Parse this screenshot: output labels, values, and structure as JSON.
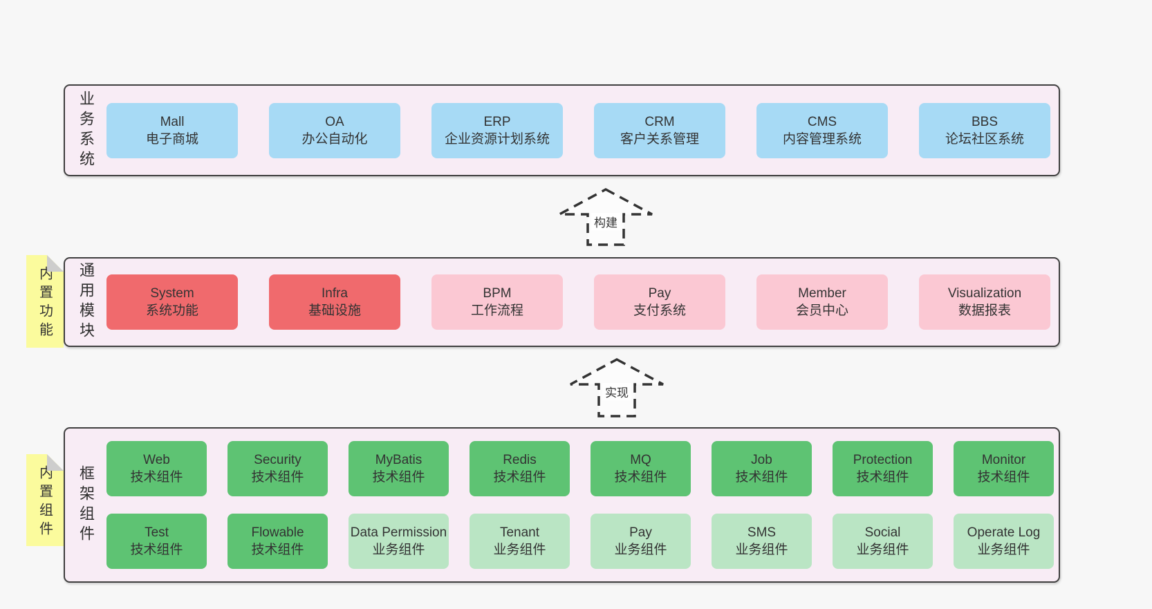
{
  "colors": {
    "page_bg": "#f7f7f7",
    "panel_bg": "#f8ecf5",
    "panel_border": "#3f3f3f",
    "blue": "#a7daf5",
    "red": "#f06a6d",
    "pink": "#fbc8d3",
    "green": "#5ec373",
    "light_green": "#bae5c4",
    "note_yellow": "#fbfb9d",
    "arrow_stroke": "#333333"
  },
  "business": {
    "label": "业务系统",
    "boxes": [
      {
        "name": "Mall",
        "desc": "电子商城"
      },
      {
        "name": "OA",
        "desc": "办公自动化"
      },
      {
        "name": "ERP",
        "desc": "企业资源计划系统"
      },
      {
        "name": "CRM",
        "desc": "客户关系管理"
      },
      {
        "name": "CMS",
        "desc": "内容管理系统"
      },
      {
        "name": "BBS",
        "desc": "论坛社区系统"
      }
    ]
  },
  "arrows": {
    "build": "构建",
    "implement": "实现"
  },
  "modules": {
    "label": "通用模块",
    "note": "内置功能",
    "boxes": [
      {
        "name": "System",
        "desc": "系统功能",
        "variant": "red"
      },
      {
        "name": "Infra",
        "desc": "基础设施",
        "variant": "red"
      },
      {
        "name": "BPM",
        "desc": "工作流程",
        "variant": "pink"
      },
      {
        "name": "Pay",
        "desc": "支付系统",
        "variant": "pink"
      },
      {
        "name": "Member",
        "desc": "会员中心",
        "variant": "pink"
      },
      {
        "name": "Visualization",
        "desc": "数据报表",
        "variant": "pink"
      }
    ]
  },
  "components": {
    "label": "框架组件",
    "note": "内置组件",
    "row1": [
      {
        "name": "Web",
        "desc": "技术组件",
        "variant": "green"
      },
      {
        "name": "Security",
        "desc": "技术组件",
        "variant": "green"
      },
      {
        "name": "MyBatis",
        "desc": "技术组件",
        "variant": "green"
      },
      {
        "name": "Redis",
        "desc": "技术组件",
        "variant": "green"
      },
      {
        "name": "MQ",
        "desc": "技术组件",
        "variant": "green"
      },
      {
        "name": "Job",
        "desc": "技术组件",
        "variant": "green"
      },
      {
        "name": "Protection",
        "desc": "技术组件",
        "variant": "green"
      },
      {
        "name": "Monitor",
        "desc": "技术组件",
        "variant": "green"
      }
    ],
    "row2": [
      {
        "name": "Test",
        "desc": "技术组件",
        "variant": "green"
      },
      {
        "name": "Flowable",
        "desc": "技术组件",
        "variant": "green"
      },
      {
        "name": "Data Permission",
        "desc": "业务组件",
        "variant": "lightgreen"
      },
      {
        "name": "Tenant",
        "desc": "业务组件",
        "variant": "lightgreen"
      },
      {
        "name": "Pay",
        "desc": "业务组件",
        "variant": "lightgreen"
      },
      {
        "name": "SMS",
        "desc": "业务组件",
        "variant": "lightgreen"
      },
      {
        "name": "Social",
        "desc": "业务组件",
        "variant": "lightgreen"
      },
      {
        "name": "Operate Log",
        "desc": "业务组件",
        "variant": "lightgreen"
      }
    ]
  }
}
